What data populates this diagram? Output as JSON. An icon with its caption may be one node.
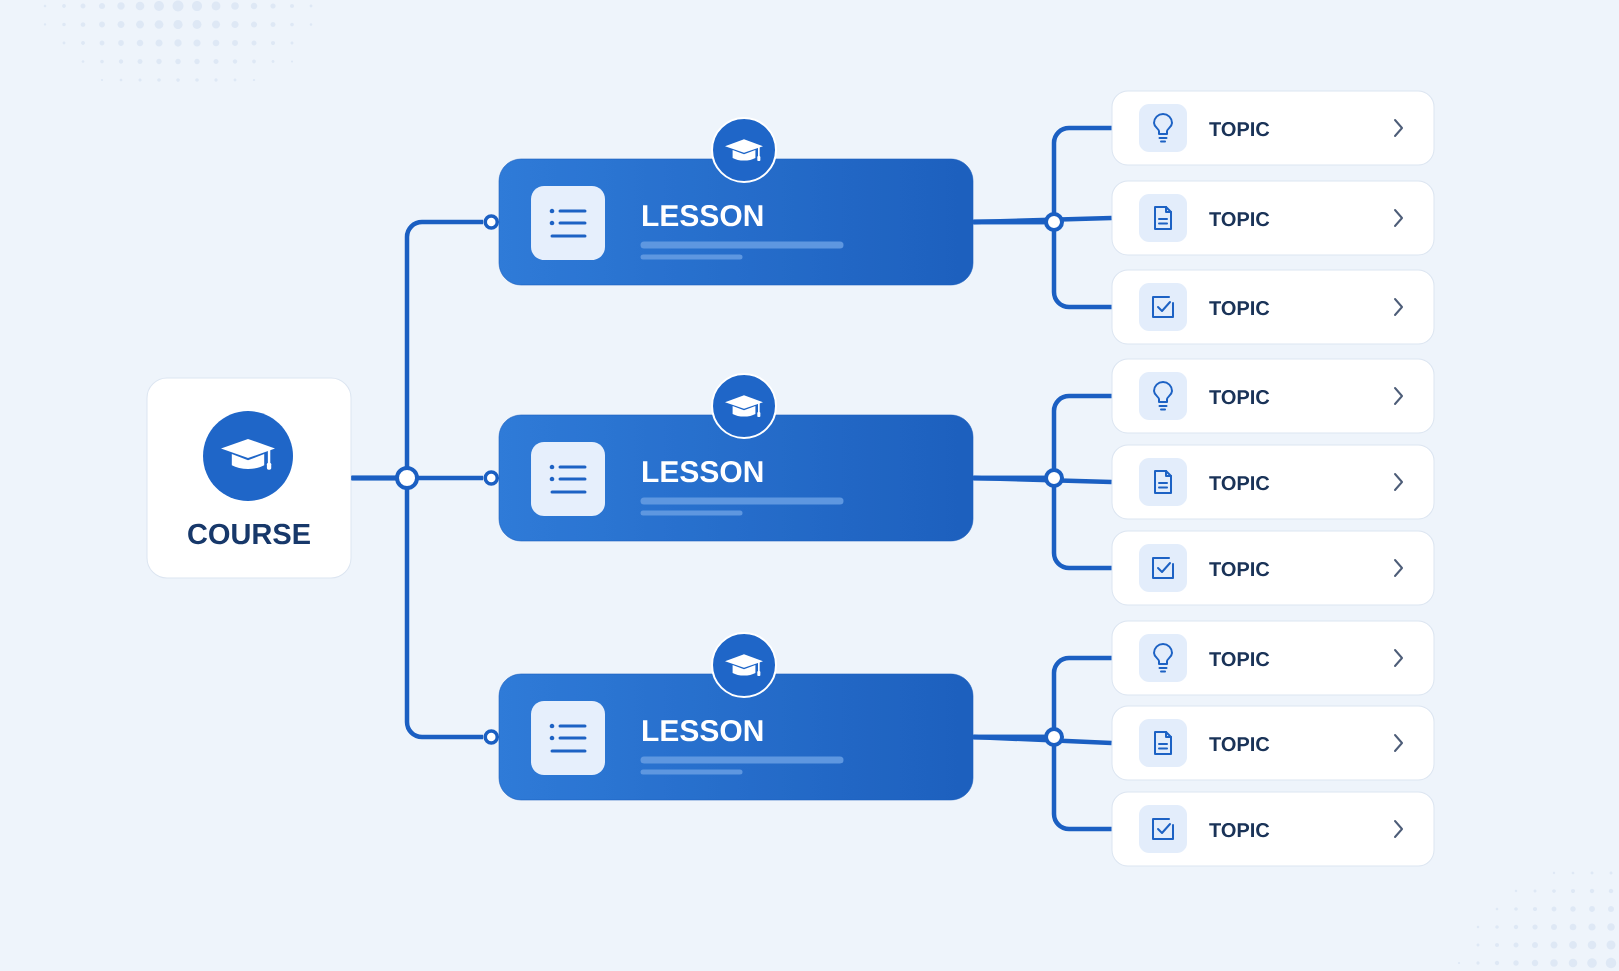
{
  "diagram": {
    "nodes": [
      {
        "text": [
          "COURSE"
        ]
      },
      {
        "text": [
          "LESSON"
        ]
      },
      {
        "text": [
          "LESSON"
        ]
      },
      {
        "text": [
          "LESSON"
        ]
      },
      {
        "text": [
          "TOPIC"
        ]
      },
      {
        "text": [
          "TOPIC"
        ]
      },
      {
        "text": [
          "TOPIC"
        ]
      },
      {
        "text": [
          "TOPIC"
        ]
      },
      {
        "text": [
          "TOPIC"
        ]
      },
      {
        "text": [
          "TOPIC"
        ]
      },
      {
        "text": [
          "TOPIC"
        ]
      },
      {
        "text": [
          "TOPIC"
        ]
      },
      {
        "text": [
          "TOPIC"
        ]
      }
    ],
    "edges": [
      {
        "from": 0,
        "to": 1,
        "arrow": "none"
      },
      {
        "from": 0,
        "to": 2,
        "arrow": "none"
      },
      {
        "from": 0,
        "to": 3,
        "arrow": "none"
      },
      {
        "from": 1,
        "to": 4,
        "arrow": "none"
      },
      {
        "from": 1,
        "to": 5,
        "arrow": "none"
      },
      {
        "from": 1,
        "to": 6,
        "arrow": "none"
      },
      {
        "from": 2,
        "to": 7,
        "arrow": "none"
      },
      {
        "from": 2,
        "to": 8,
        "arrow": "none"
      },
      {
        "from": 2,
        "to": 9,
        "arrow": "none"
      },
      {
        "from": 3,
        "to": 10,
        "arrow": "none"
      },
      {
        "from": 3,
        "to": 11,
        "arrow": "none"
      },
      {
        "from": 3,
        "to": 12,
        "arrow": "none"
      }
    ]
  }
}
